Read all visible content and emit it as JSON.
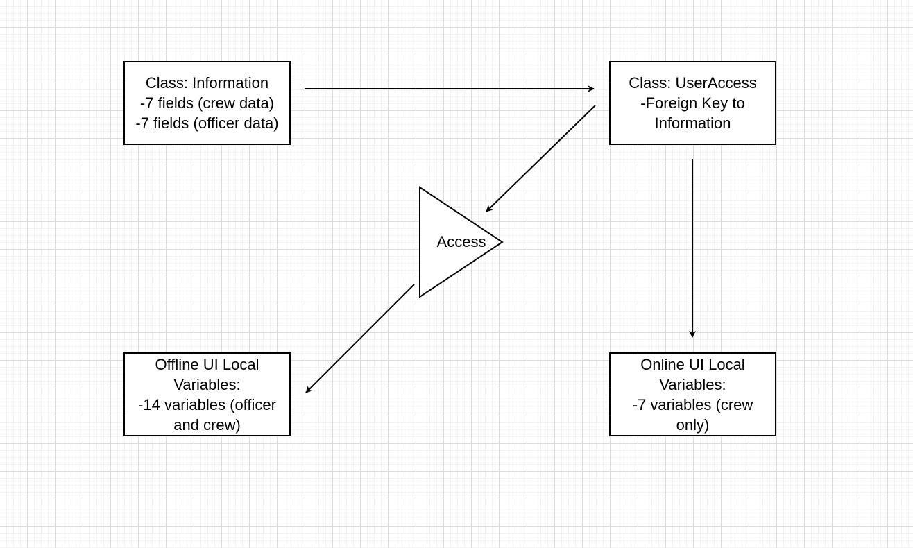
{
  "nodes": {
    "information": "Class: Information\n-7 fields (crew data)\n-7 fields (officer data)",
    "user_access": "Class: UserAccess\n-Foreign Key to\nInformation",
    "offline_ui": "Offline UI Local\nVariables:\n-14 variables (officer\nand crew)",
    "online_ui": "Online UI Local\nVariables:\n-7 variables (crew\nonly)",
    "access": "Access"
  },
  "colors": {
    "stroke": "#000000",
    "fill": "#ffffff",
    "grid_major": "#dcdcdc",
    "grid_minor": "#f2f2f2"
  }
}
